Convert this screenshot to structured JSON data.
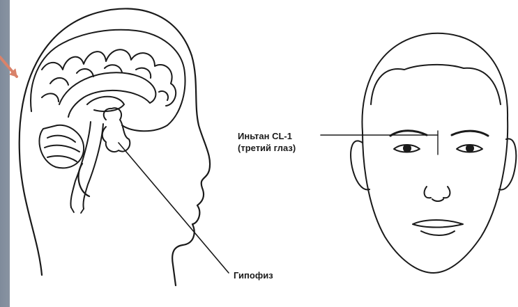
{
  "labels": {
    "yintang_point": "Иньтан CL-1",
    "yintang_note": "(третий глаз)",
    "pituitary": "Гипофиз"
  },
  "colors": {
    "background": "#9ea6b0",
    "panel": "#ffffff",
    "ink": "#1a1a1a",
    "pointer_arrow": "#d9826a"
  },
  "figures": [
    "head-profile-with-brain",
    "face-front-view"
  ]
}
